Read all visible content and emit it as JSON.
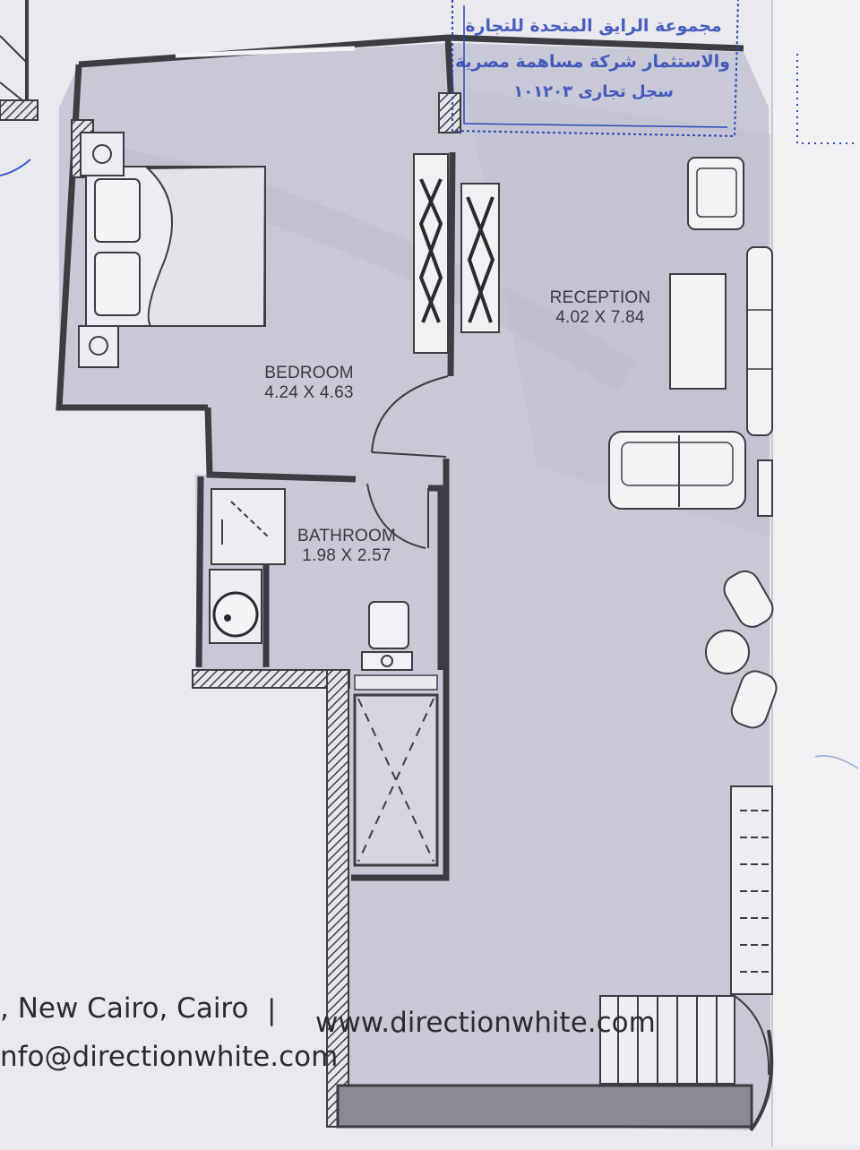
{
  "rooms": {
    "bedroom": {
      "name": "BEDROOM",
      "size": "4.24 X 4.63"
    },
    "reception": {
      "name": "RECEPTION",
      "size": "4.02 X 7.84"
    },
    "bathroom": {
      "name": "BATHROOM",
      "size": "1.98 X 2.57"
    }
  },
  "footer": {
    "address": ", New Cairo, Cairo",
    "separator": "|",
    "website": "www.directionwhite.com",
    "email": "nfo@directionwhite.com"
  },
  "stamp": {
    "line1": "مجموعة الرايق المتحدة للتجارة",
    "line2": "والاستثمار شركة مساهمة مصرية",
    "line3": "سجل تجارى ١٠١٢٠٣"
  },
  "colors": {
    "paper": "#e9e9ee",
    "floor": "#c9c8d6",
    "wall": "#3c3c42",
    "stamp_ink": "#2c47b8"
  }
}
